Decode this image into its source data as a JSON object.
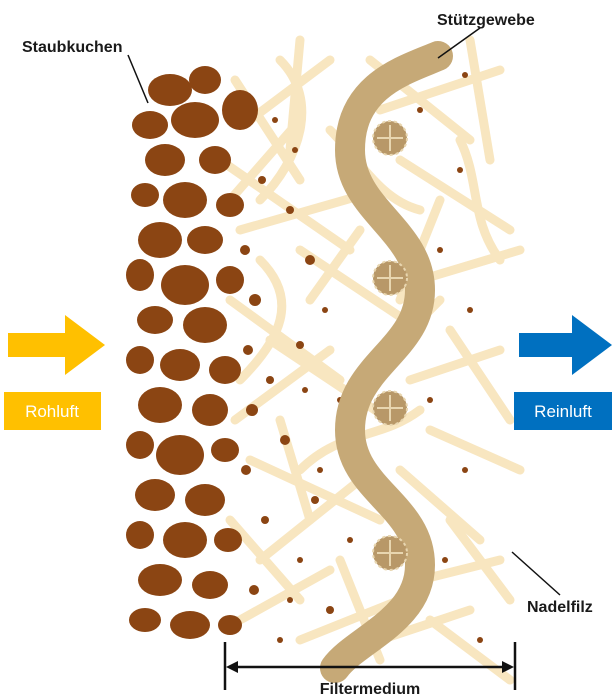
{
  "labels": {
    "dust_cake": "Staubkuchen",
    "support_fabric": "Stützgewebe",
    "needle_felt": "Nadelfilz",
    "filter_medium": "Filtermedium",
    "raw_air": "Rohluft",
    "clean_air": "Reinluft"
  },
  "colors": {
    "dust": "#8b4513",
    "fiber": "#f8e6c0",
    "support_fabric": "#c6a977",
    "raw_air_arrow": "#ffc000",
    "clean_air_arrow": "#0070c0",
    "line": "#111111"
  }
}
